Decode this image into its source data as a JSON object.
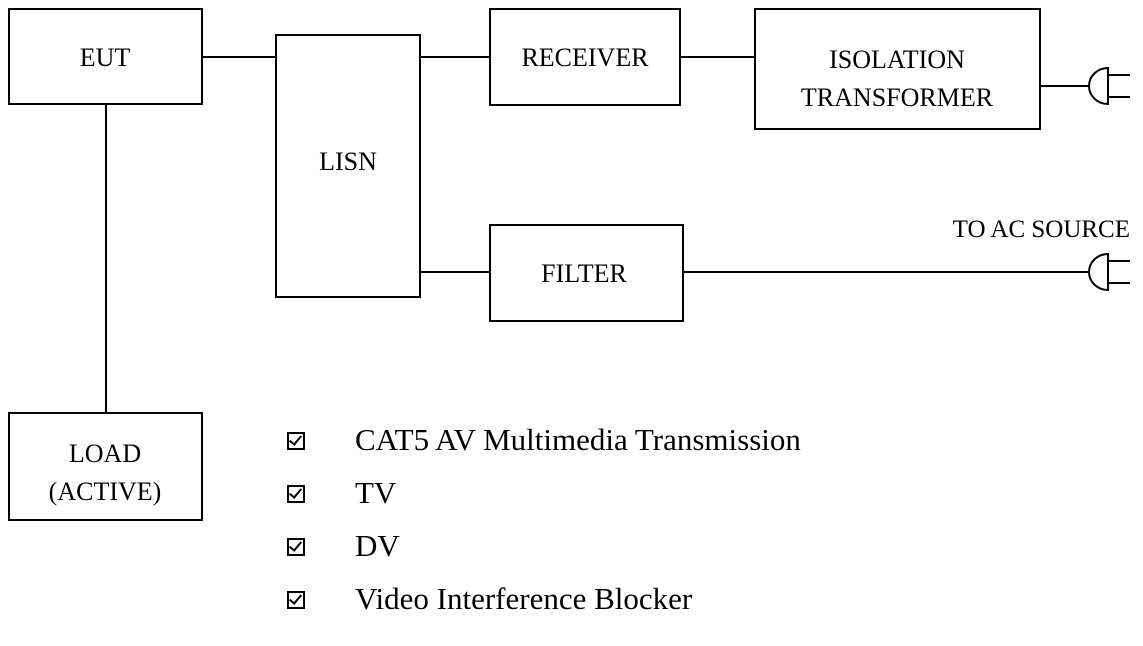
{
  "blocks": {
    "eut": "EUT",
    "lisn": "LISN",
    "receiver": "RECEIVER",
    "isolation_line1": "ISOLATION",
    "isolation_line2": "TRANSFORMER",
    "filter": "FILTER",
    "load_line1": "LOAD",
    "load_line2": "(ACTIVE)"
  },
  "source_label": "TO AC SOURCE",
  "checklist": [
    {
      "label": "CAT5 AV Multimedia Transmission",
      "checked": true
    },
    {
      "label": "TV",
      "checked": true
    },
    {
      "label": "DV",
      "checked": true
    },
    {
      "label": "Video Interference Blocker",
      "checked": true
    }
  ]
}
